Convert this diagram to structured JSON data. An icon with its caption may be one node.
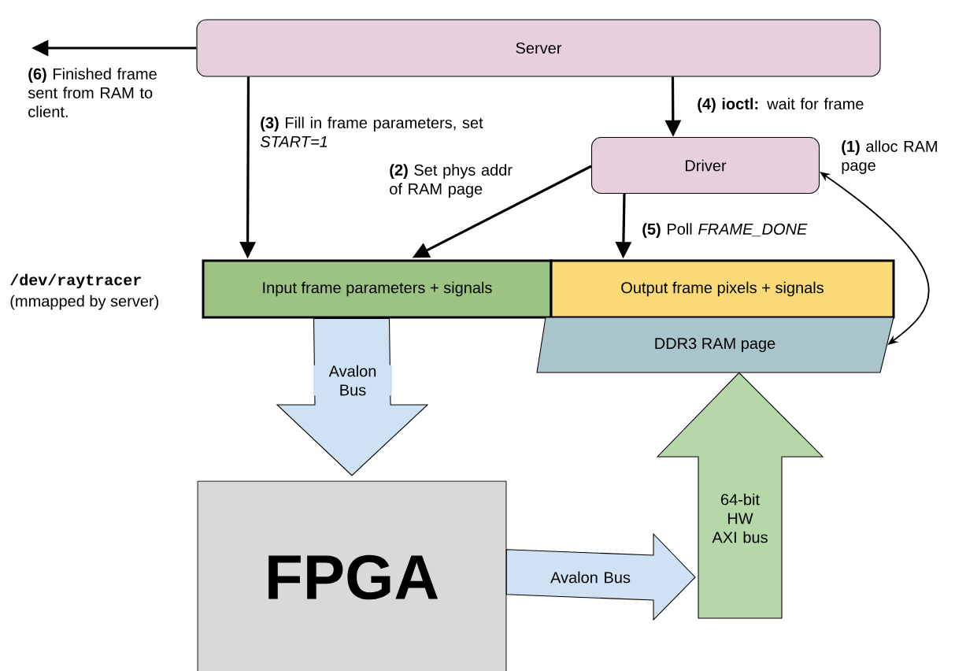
{
  "diagram": {
    "nodes": [
      {
        "text": [
          "Server"
        ]
      },
      {
        "text": [
          "Driver"
        ]
      },
      {
        "text": [
          "Input frame parameters + signals"
        ]
      },
      {
        "text": [
          "Output frame pixels + signals"
        ]
      },
      {
        "text": [
          "DDR3 RAM page"
        ]
      },
      {
        "text": [
          "FPGA"
        ]
      }
    ],
    "edges": [
      {
        "from": 0,
        "to": null,
        "arrow": "to",
        "label": "**(6)** Finished frame sent from RAM to client."
      },
      {
        "from": 0,
        "to": 2,
        "arrow": "to",
        "label": "**(3)** Fill in frame parameters, set *START=1*"
      },
      {
        "from": 1,
        "to": 2,
        "arrow": "to",
        "label": "**(2)** Set phys addr of RAM page"
      },
      {
        "from": 0,
        "to": 1,
        "arrow": "to",
        "label": "**(4) ioctl:** wait for frame"
      },
      {
        "from": 1,
        "to": 3,
        "arrow": "to",
        "label": "**(5)** Poll *FRAME_DONE*"
      },
      {
        "from": 1,
        "to": 4,
        "arrow": "both",
        "label": "**(1)** alloc RAM page"
      },
      {
        "from": 2,
        "to": 5,
        "arrow": "to",
        "label": "Avalon Bus",
        "color": "#cfe2f3"
      },
      {
        "from": 5,
        "to": null,
        "arrow": "to",
        "label": "Avalon Bus",
        "color": "#cfe2f3"
      },
      {
        "from": null,
        "to": 4,
        "arrow": "to",
        "label": "64-bit HW AXI bus",
        "color": "#b6d7a8"
      }
    ],
    "labels": [
      "/dev/raytracer",
      "(mmapped by server)"
    ]
  }
}
